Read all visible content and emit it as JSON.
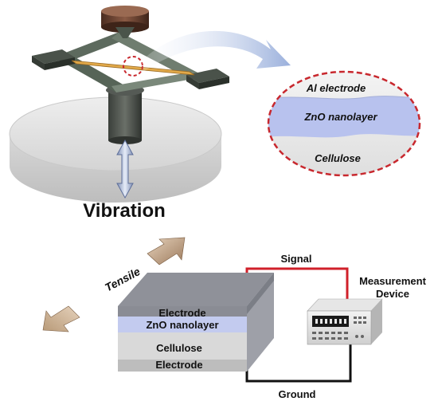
{
  "top_panel": {
    "vibration_label": "Vibration",
    "inset_layers": {
      "top": "Al electrode",
      "middle": "ZnO nanolayer",
      "bottom": "Cellulose"
    }
  },
  "bottom_panel": {
    "tensile_label": "Tensile",
    "signal_label": "Signal",
    "ground_label": "Ground",
    "device_label_line1": "Measurement",
    "device_label_line2": "Device",
    "stack_layers": {
      "electrode_top": "Electrode",
      "zno": "ZnO nanolayer",
      "cellulose": "Cellulose",
      "electrode_bottom": "Electrode"
    }
  },
  "colors": {
    "signal_wire": "#d0202a",
    "ground_wire": "#111111",
    "zno_layer": "#b8c2ee",
    "inset_border": "#c8282e",
    "arrow_blue": "#9fb3dc",
    "tensile_arrow": "#c8a88a"
  }
}
